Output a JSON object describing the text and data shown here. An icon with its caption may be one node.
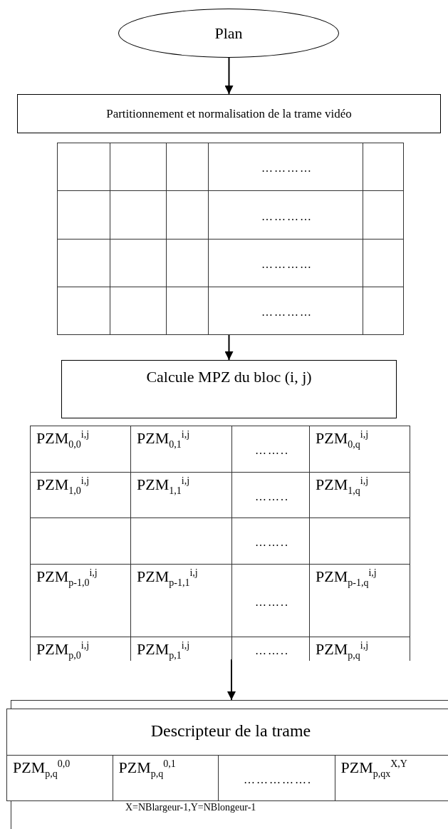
{
  "diagram": {
    "nodes": [
      {
        "text": [
          "Plan"
        ]
      },
      {
        "text": [
          "Partitionnement et normalisation de la trame vidéo"
        ]
      },
      {
        "text": [],
        "shape": "box"
      },
      {
        "text": [
          "Calcule MPZ du bloc (i, j)"
        ]
      },
      {
        "text": [],
        "shape": "box"
      },
      {
        "text": [
          "Descripteur de la trame"
        ]
      }
    ],
    "edges": [
      {
        "from": 0,
        "to": 1,
        "arrow": "to"
      },
      {
        "from": 2,
        "to": 3,
        "arrow": "to"
      },
      {
        "from": 4,
        "to": 5,
        "arrow": "to"
      }
    ],
    "labels": [
      "…………",
      "…………",
      "…………",
      "…………",
      "PZM$_{0,0}$$^{i,j}$",
      "PZM$_{0,1}$$^{i,j}$",
      "……..",
      "PZM$_{0,q}$$^{i,j}$",
      "PZM$_{1,0}$$^{i,j}$",
      "PZM$_{1,1}$$^{i,j}$",
      "……..",
      "PZM$_{1,q}$$^{i,j}$",
      "……..",
      "PZM$_{p-1,0}$$^{i,j}$",
      "PZM$_{p-1,1}$$^{i,j}$",
      "……..",
      "PZM$_{p-1,q}$$^{i,j}$",
      "PZM$_{p,0}$$^{i,j}$",
      "PZM$_{p,1}$$^{i,j}$",
      "……..",
      "PZM$_{p,q}$$^{i,j}$",
      "PZM$_{p,q}$$^{0,0}$",
      "PZM$_{p,q}$$^{0,1}$",
      "…………….",
      "PZM$_{p,qx}$$^{X,Y}$",
      "X=NBlargeur-1,Y=NBlongeur-1"
    ]
  }
}
